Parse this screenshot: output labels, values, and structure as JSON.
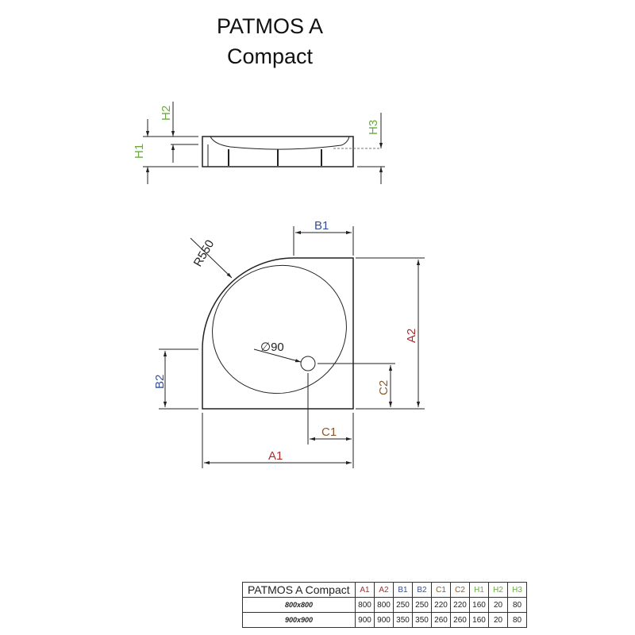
{
  "title": {
    "line1": "PATMOS A",
    "line2": "Compact"
  },
  "colors": {
    "A": "#b02a2a",
    "B": "#34509c",
    "C": "#8a5a2c",
    "H": "#6aaa3a"
  },
  "labels": {
    "H1": "H1",
    "H2": "H2",
    "H3": "H3",
    "A1": "A1",
    "A2": "A2",
    "B1": "B1",
    "B2": "B2",
    "C1": "C1",
    "C2": "C2",
    "radius": "R550",
    "drain": "∅90"
  },
  "table": {
    "name": "PATMOS A Compact",
    "headers": [
      "A1",
      "A2",
      "B1",
      "B2",
      "C1",
      "C2",
      "H1",
      "H2",
      "H3"
    ],
    "rows": [
      {
        "size": "800x800",
        "values": [
          "800",
          "800",
          "250",
          "250",
          "220",
          "220",
          "160",
          "20",
          "80"
        ]
      },
      {
        "size": "900x900",
        "values": [
          "900",
          "900",
          "350",
          "350",
          "260",
          "260",
          "160",
          "20",
          "80"
        ]
      }
    ]
  }
}
